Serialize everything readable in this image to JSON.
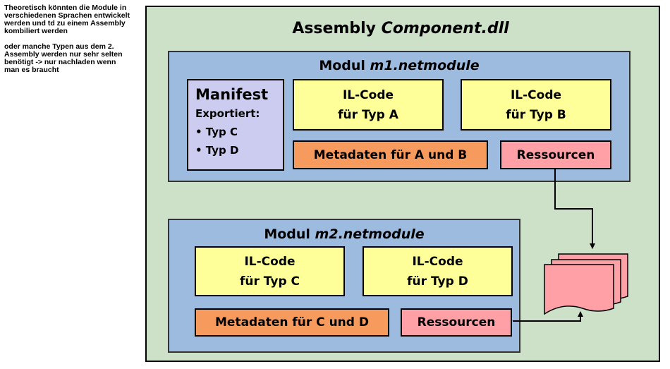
{
  "side_note": {
    "paragraph1": "Theoretisch könnten die Module in verschiedenen Sprachen entwickelt werden und td zu einem Assembly kombiliert werden",
    "paragraph2": "oder manche Typen aus dem 2. Assembly werden nur sehr selten benötigt -> nur nachladen wenn man es braucht"
  },
  "assembly": {
    "title_prefix": "Assembly ",
    "title_name": "Component.dll"
  },
  "modul1": {
    "title_prefix": "Modul ",
    "title_name": "m1.netmodule",
    "manifest": {
      "title": "Manifest",
      "exported_label": "Exportiert:",
      "items": [
        "• Typ C",
        "• Typ D"
      ]
    },
    "il_a": {
      "line1": "IL-Code",
      "line2": "für Typ A"
    },
    "il_b": {
      "line1": "IL-Code",
      "line2": "für Typ B"
    },
    "metadata": "Metadaten für A und B",
    "resources": "Ressourcen"
  },
  "modul2": {
    "title_prefix": "Modul ",
    "title_name": "m2.netmodule",
    "il_c": {
      "line1": "IL-Code",
      "line2": "für Typ C"
    },
    "il_d": {
      "line1": "IL-Code",
      "line2": "für Typ D"
    },
    "metadata": "Metadaten für C und D",
    "resources": "Ressourcen"
  },
  "colors": {
    "assembly_bg": "#cde0c8",
    "modul_bg": "#9dbbdf",
    "manifest_bg": "#ccccf0",
    "il_code_bg": "#ffff99",
    "metadata_bg": "#f79a5e",
    "resources_bg": "#ff9fa6"
  }
}
